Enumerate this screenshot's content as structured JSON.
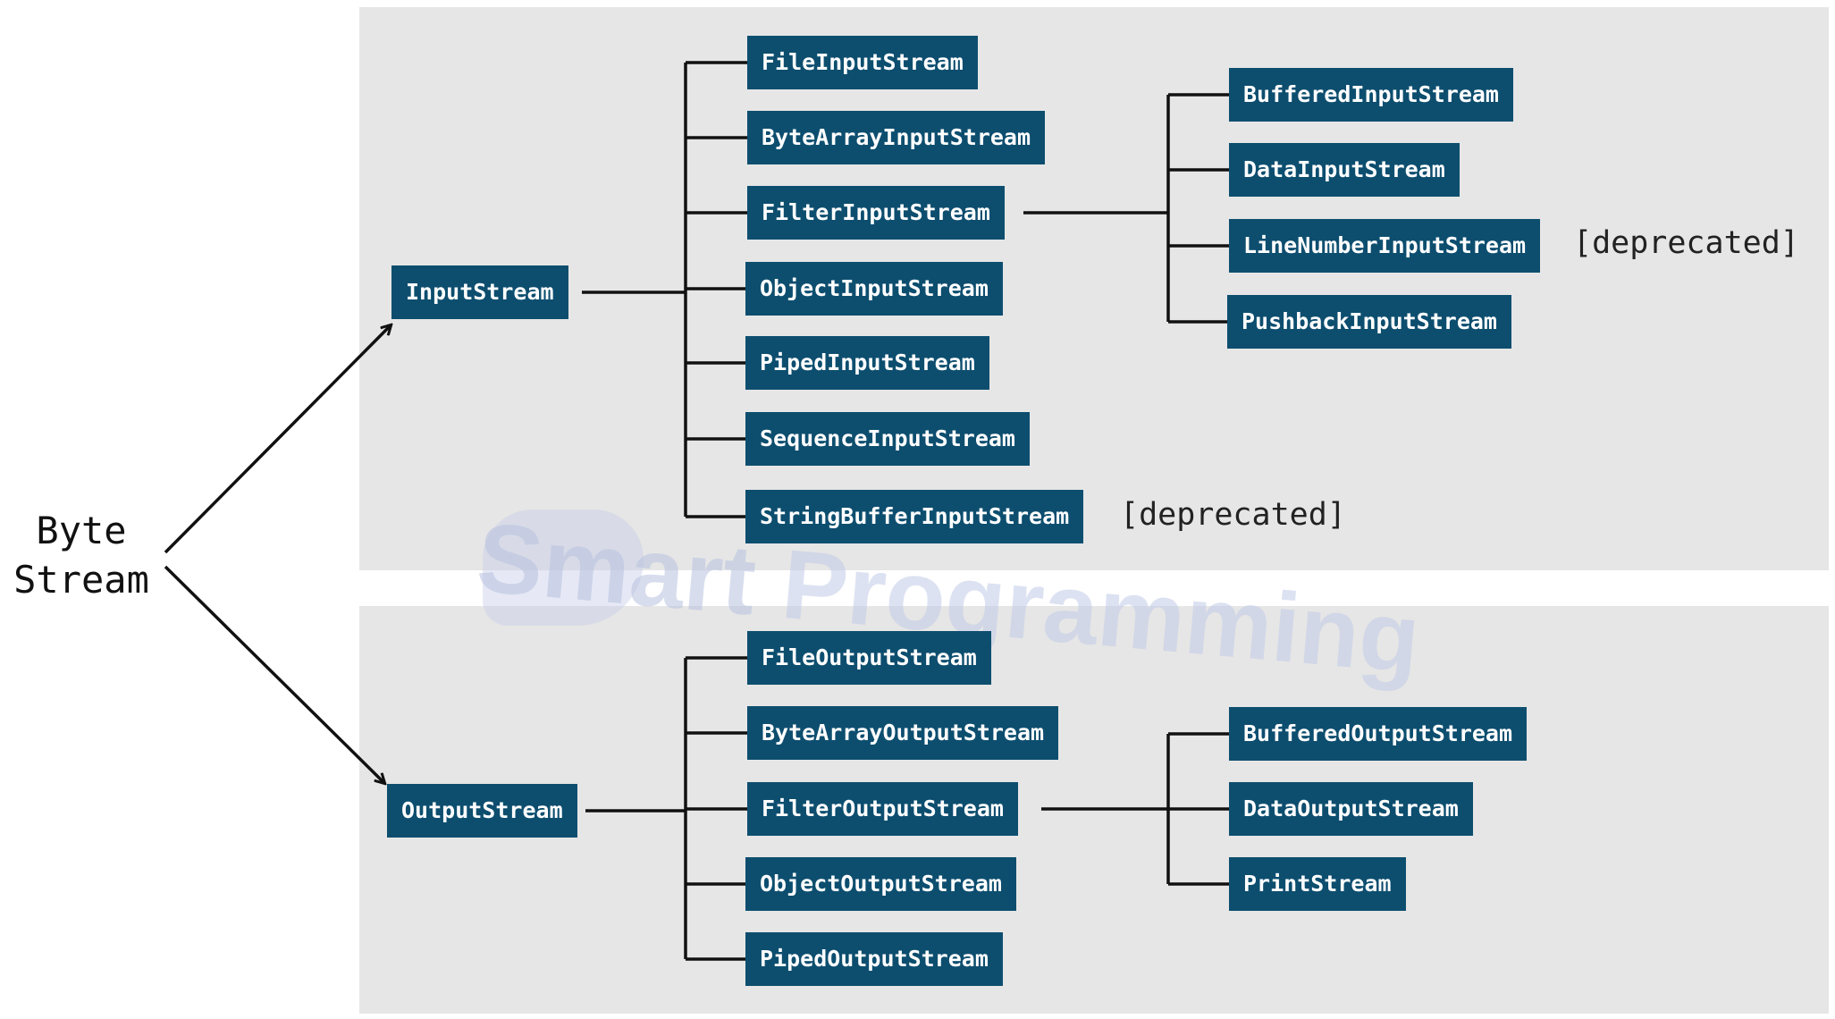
{
  "root": {
    "line1": "Byte",
    "line2": "Stream"
  },
  "input": {
    "parent": "InputStream",
    "children": [
      "FileInputStream",
      "ByteArrayInputStream",
      "FilterInputStream",
      "ObjectInputStream",
      "PipedInputStream",
      "SequenceInputStream",
      "StringBufferInputStream"
    ],
    "filter_children": [
      "BufferedInputStream",
      "DataInputStream",
      "LineNumberInputStream",
      "PushbackInputStream"
    ]
  },
  "output": {
    "parent": "OutputStream",
    "children": [
      "FileOutputStream",
      "ByteArrayOutputStream",
      "FilterOutputStream",
      "ObjectOutputStream",
      "PipedOutputStream"
    ],
    "filter_children": [
      "BufferedOutputStream",
      "DataOutputStream",
      "PrintStream"
    ]
  },
  "notes": {
    "deprecated": "[deprecated]"
  },
  "watermark": {
    "word1": "Smart",
    "word2": "Programming"
  },
  "colors": {
    "node_bg": "#0d4e6f",
    "node_text": "#ffffff",
    "panel_bg": "#e6e6e6",
    "line": "#111111"
  }
}
